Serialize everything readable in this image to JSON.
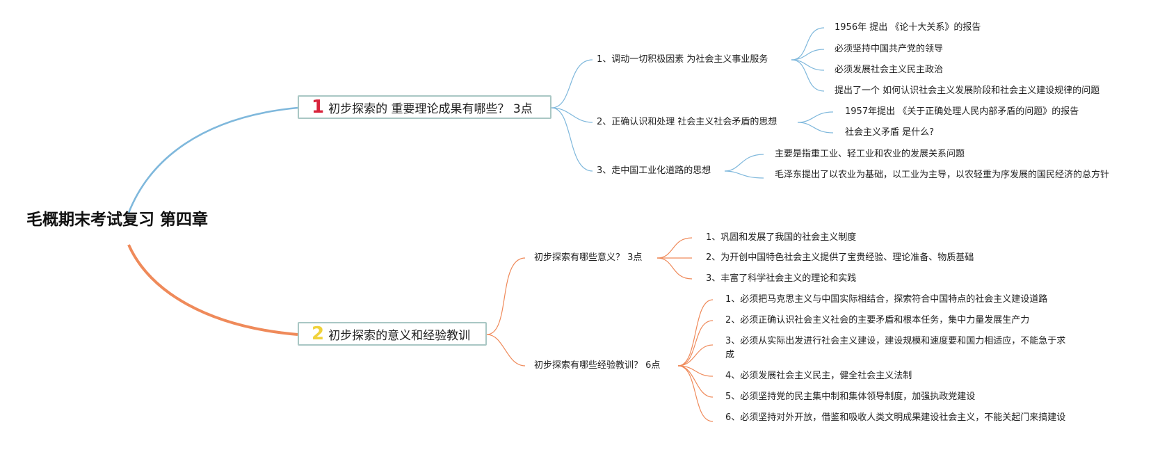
{
  "root": {
    "title": "毛概期末考试复习 第四章"
  },
  "topic1": {
    "number": "1",
    "title": "初步探索的 重要理论成果有哪些？ 3点",
    "subs": [
      {
        "label": "1、调动一切积极因素 为社会主义事业服务",
        "leaves": [
          "1956年 提出 《论十大关系》的报告",
          "必须坚持中国共产党的领导",
          "必须发展社会主义民主政治",
          "提出了一个 如何认识社会主义发展阶段和社会主义建设规律的问题"
        ]
      },
      {
        "label": "2、正确认识和处理 社会主义社会矛盾的思想",
        "leaves": [
          "1957年提出 《关于正确处理人民内部矛盾的问题》的报告",
          "社会主义矛盾 是什么?"
        ]
      },
      {
        "label": "3、走中国工业化道路的思想",
        "leaves": [
          "主要是指重工业、轻工业和农业的发展关系问题",
          "毛泽东提出了以农业为基础，以工业为主导，以农轻重为序发展的国民经济的总方针"
        ]
      }
    ]
  },
  "topic2": {
    "number": "2",
    "title": "初步探索的意义和经验教训",
    "subs": [
      {
        "label": "初步探索有哪些意义？ 3点",
        "leaves": [
          "1、巩固和发展了我国的社会主义制度",
          "2、为开创中国特色社会主义提供了宝贵经验、理论准备、物质基础",
          "3、丰富了科学社会主义的理论和实践"
        ]
      },
      {
        "label": "初步探索有哪些经验教训？ 6点",
        "leaves": [
          "1、必须把马克思主义与中国实际相结合，探索符合中国特点的社会主义建设道路",
          "2、必须正确认识社会主义社会的主要矛盾和根本任务，集中力量发展生产力",
          "3、必须从实际出发进行社会主义建设，建设规模和速度要和国力相适应，不能急于求成",
          "4、必须发展社会主义民主，健全社会主义法制",
          "5、必须坚持党的民主集中制和集体领导制度，加强执政党建设",
          "6、必须坚持对外开放，借鉴和吸收人类文明成果建设社会主义，不能关起门来搞建设"
        ]
      }
    ]
  },
  "colors": {
    "branch1": "#7fb8dc",
    "branch2": "#ef8a5a",
    "topic_border": "#a9c7c4"
  }
}
